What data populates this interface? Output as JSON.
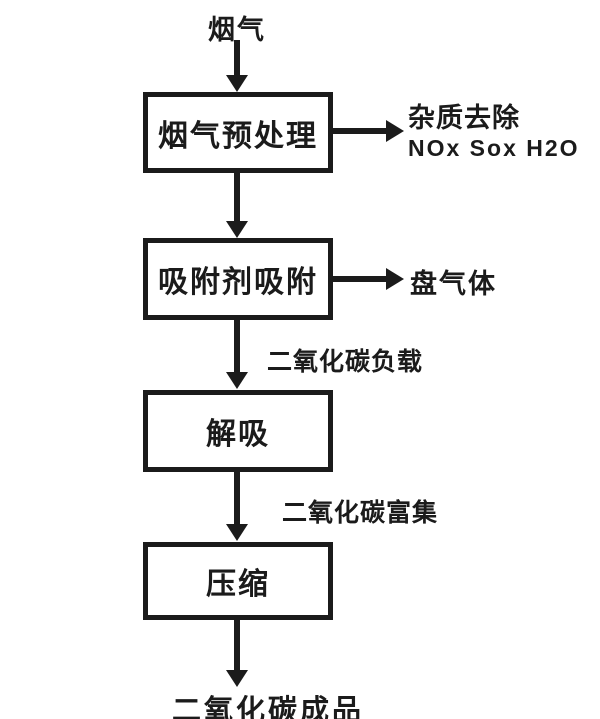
{
  "diagram": {
    "title_hint": "CO2 capture process flowchart",
    "colors": {
      "line": "#1b1b1b",
      "background": "#ffffff"
    },
    "top_label": "烟气",
    "boxes": [
      {
        "label": "烟气预处理"
      },
      {
        "label": "吸附剂吸附"
      },
      {
        "label": "解吸"
      },
      {
        "label": "压缩"
      }
    ],
    "side_outputs": [
      {
        "line1": "杂质去除",
        "line2": "NOx Sox H2O"
      },
      {
        "line1": "盘气体"
      }
    ],
    "flow_labels": {
      "co2_loaded": "二氧化碳负载",
      "co2_enriched": "二氧化碳富集"
    },
    "bottom_label": "二氧化碳成品"
  }
}
